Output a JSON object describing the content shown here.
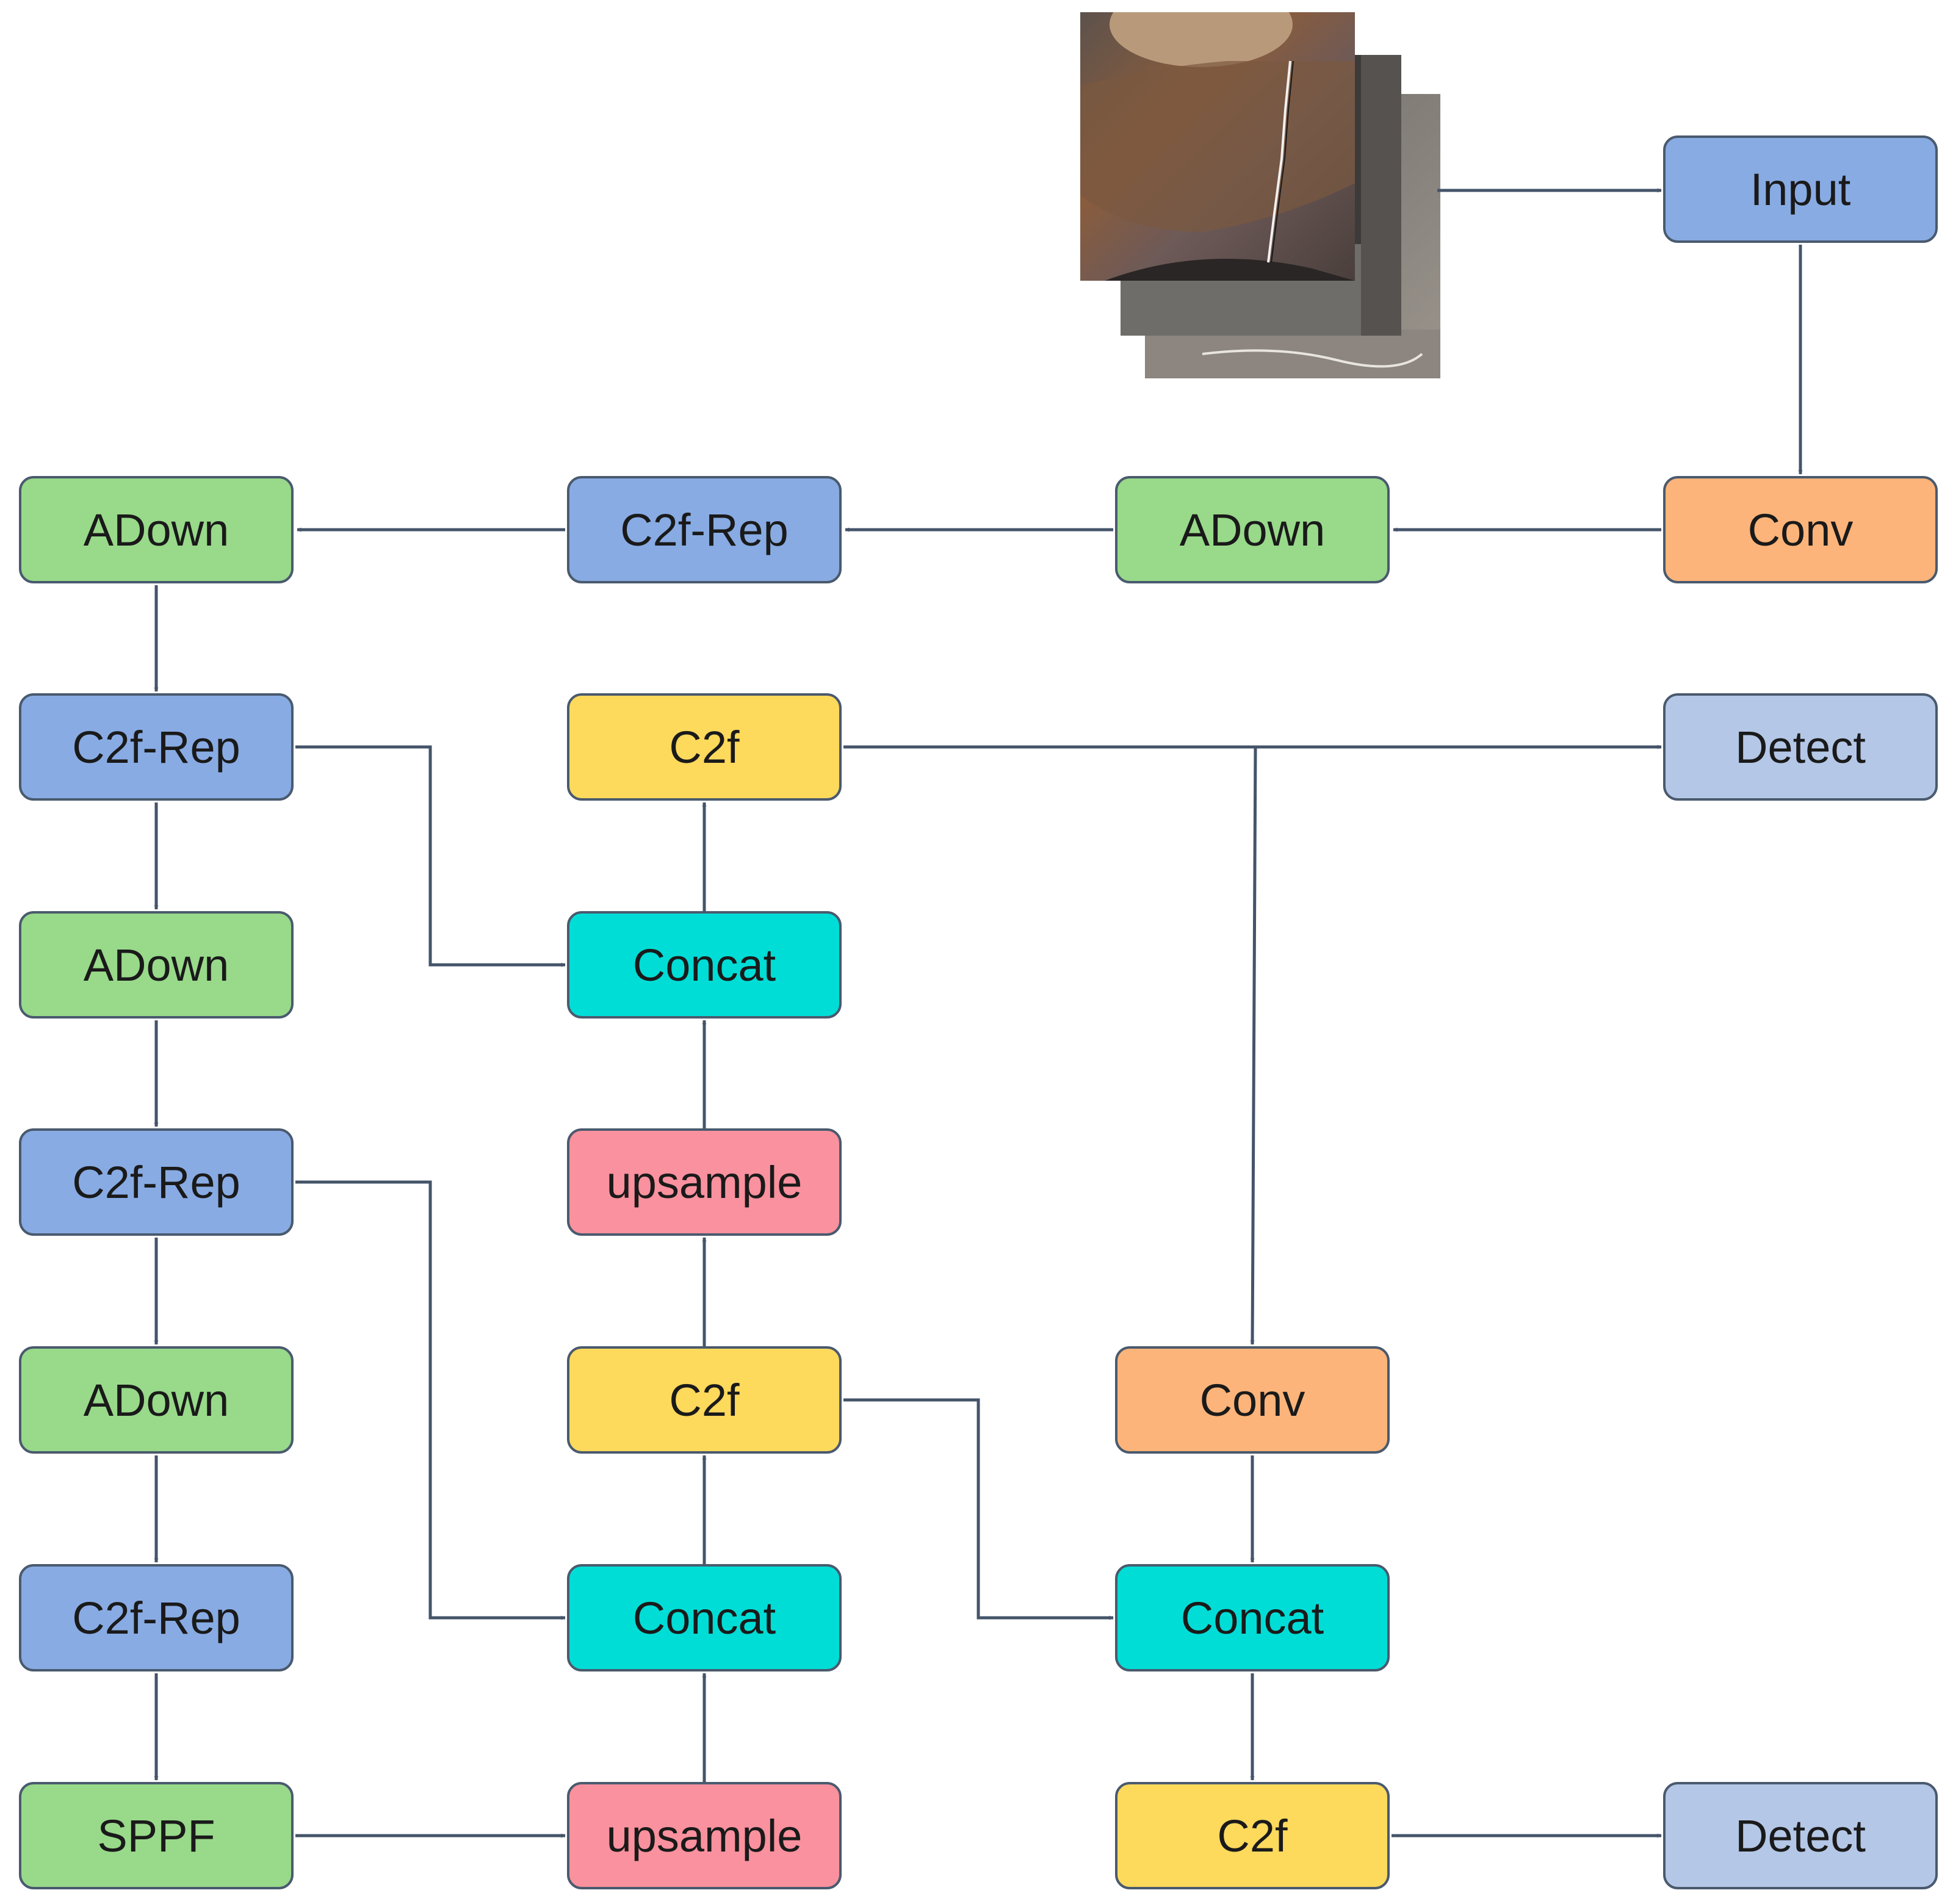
{
  "colors": {
    "adown": "#98d98a",
    "c2f_rep": "#88abe3",
    "conv": "#fcb47a",
    "c2f": "#fdd95c",
    "concat": "#00ddd6",
    "upsample": "#fa919e",
    "sppf": "#98d98a",
    "detect": "#b4c7e7",
    "input": "#88abe3",
    "arrow": "#44546a"
  },
  "nodes": {
    "input": "Input",
    "conv_top": "Conv",
    "adown_1": "ADown",
    "c2f_rep_1": "C2f-Rep",
    "adown_2": "ADown",
    "c2f_rep_2": "C2f-Rep",
    "adown_3": "ADown",
    "c2f_rep_3": "C2f-Rep",
    "adown_4": "ADown",
    "c2f_rep_4": "C2f-Rep",
    "sppf": "SPPF",
    "upsample_1": "upsample",
    "concat_1": "Concat",
    "c2f_1": "C2f",
    "upsample_2": "upsample",
    "concat_2": "Concat",
    "c2f_2": "C2f",
    "detect_1": "Detect",
    "conv_2": "Conv",
    "concat_3": "Concat",
    "c2f_3": "C2f",
    "detect_2": "Detect"
  }
}
